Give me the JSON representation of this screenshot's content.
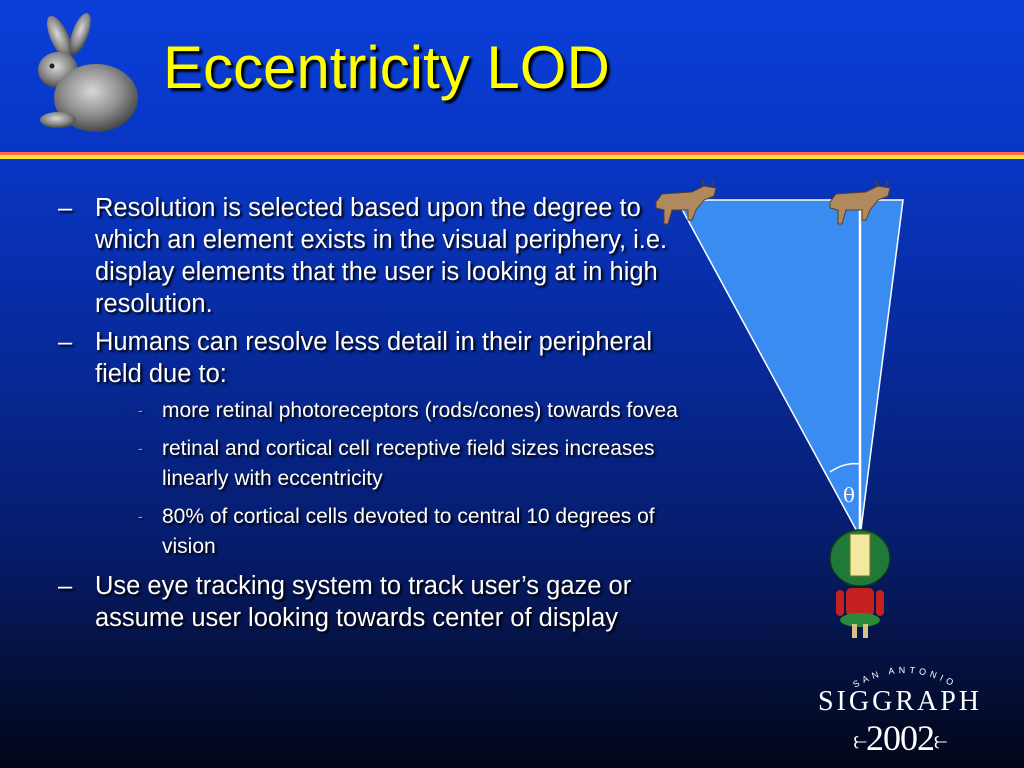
{
  "slide": {
    "title": "Eccentricity LOD",
    "bullets": [
      {
        "level": 1,
        "marker": "–",
        "text": "Resolution is selected based upon the degree to which an element exists in the visual periphery, i.e. display elements that the user is looking at in high resolution."
      },
      {
        "level": 1,
        "marker": "–",
        "text": "Humans can resolve less detail in their peripheral field due to:"
      },
      {
        "level": 2,
        "marker": "-",
        "text": "more retinal photoreceptors (rods/cones) towards fovea"
      },
      {
        "level": 2,
        "marker": "-",
        "text": "retinal and cortical cell receptive field sizes increases linearly with eccentricity"
      },
      {
        "level": 2,
        "marker": "-",
        "text": "80% of cortical cells devoted to central 10 degrees of vision"
      },
      {
        "level": 1,
        "marker": "–",
        "text": "Use eye tracking system to track user’s gaze or assume user looking towards center of display"
      }
    ],
    "diagram": {
      "angle_label": "θ"
    },
    "logo": {
      "city": "SAN ANTONIO",
      "name": "SIGGRAPH",
      "year": "2002"
    }
  },
  "colors": {
    "title": "#ffff00",
    "background": "#0836c4",
    "rule_top": "#ff6a4a",
    "rule_bottom": "#ffe53a",
    "cone_fill": "#3a8cf0"
  }
}
